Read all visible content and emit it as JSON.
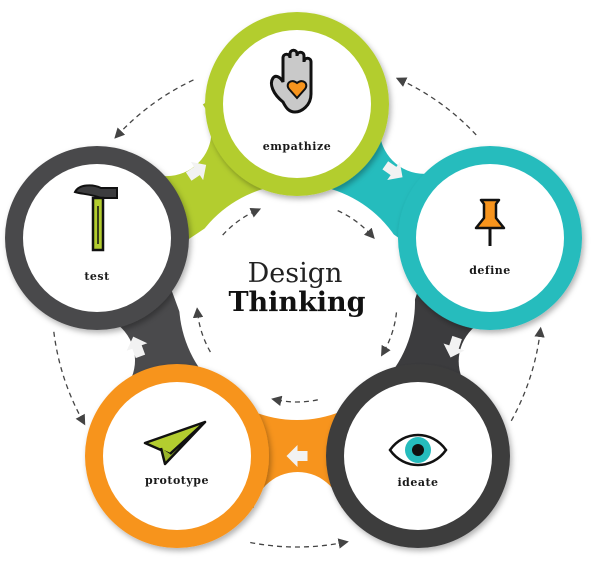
{
  "title": {
    "line1": "Design",
    "line2": "Thinking"
  },
  "stages": [
    {
      "id": "empathize",
      "label": "empathize",
      "icon": "hand-heart-icon",
      "color": "#b3cd2f"
    },
    {
      "id": "define",
      "label": "define",
      "icon": "pushpin-icon",
      "color": "#25bcbd"
    },
    {
      "id": "ideate",
      "label": "ideate",
      "icon": "eye-icon",
      "color": "#3c3c3e"
    },
    {
      "id": "prototype",
      "label": "prototype",
      "icon": "paper-plane-icon",
      "color": "#f7941d"
    },
    {
      "id": "test",
      "label": "test",
      "icon": "hammer-icon",
      "color": "#4a4a4c"
    }
  ]
}
